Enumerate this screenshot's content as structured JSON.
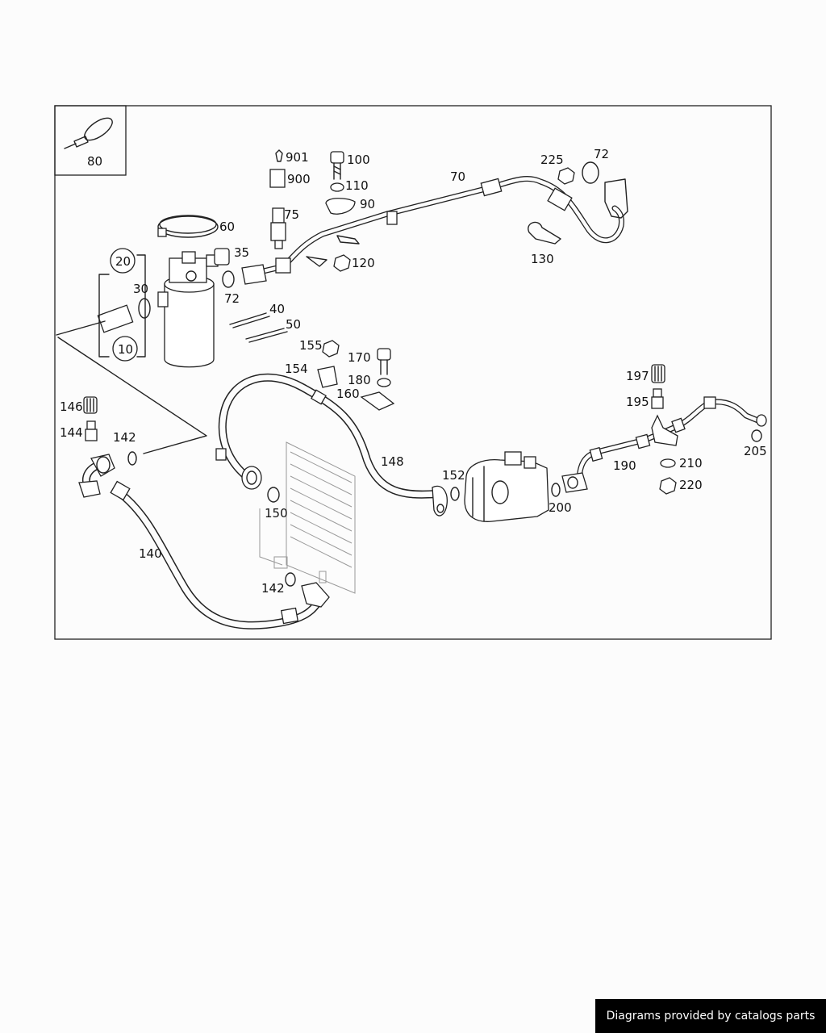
{
  "diagram": {
    "callouts": {
      "c80": "80",
      "c901": "901",
      "c900": "900",
      "c100": "100",
      "c110": "110",
      "c90": "90",
      "c70": "70",
      "c225": "225",
      "c72a": "72",
      "c60": "60",
      "c75": "75",
      "c35": "35",
      "c20": "20",
      "c30": "30",
      "c72b": "72",
      "c120": "120",
      "c130": "130",
      "c40": "40",
      "c50": "50",
      "c10": "10",
      "c155": "155",
      "c170": "170",
      "c154": "154",
      "c180": "180",
      "c160": "160",
      "c197": "197",
      "c195": "195",
      "c146": "146",
      "c144": "144",
      "c142a": "142",
      "c148": "148",
      "c152": "152",
      "c190": "190",
      "c210": "210",
      "c205": "205",
      "c220": "220",
      "c150": "150",
      "c200": "200",
      "c140": "140",
      "c142b": "142"
    }
  },
  "footer": {
    "label": "Diagrams provided by catalogs parts"
  }
}
